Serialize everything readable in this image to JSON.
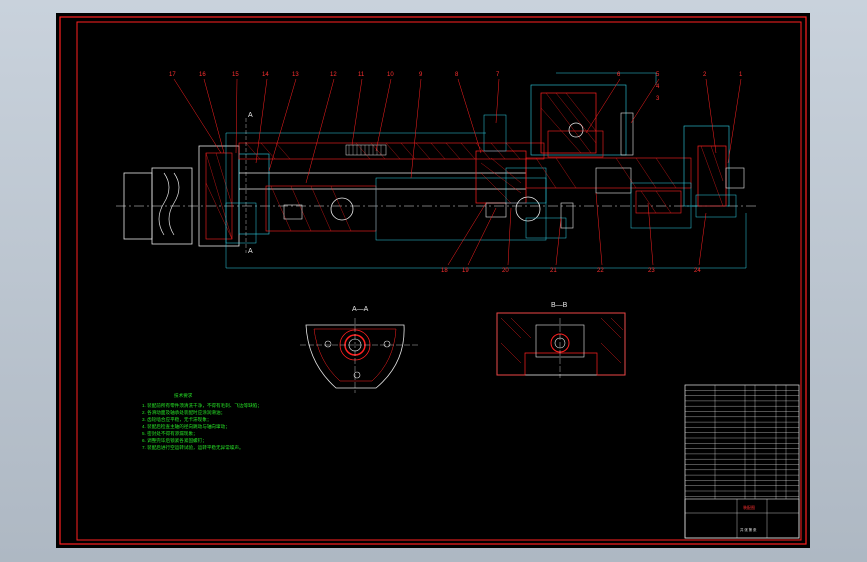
{
  "part_numbers": {
    "top": [
      "17",
      "16",
      "15",
      "14",
      "13",
      "12",
      "11",
      "10",
      "9",
      "8",
      "7",
      "6",
      "5",
      "4",
      "3",
      "2",
      "1"
    ],
    "bottom": [
      "18",
      "19",
      "20",
      "21",
      "22",
      "23",
      "24"
    ]
  },
  "sections": {
    "a_left": "A",
    "a_right": "A",
    "aa": "A—A",
    "bb": "B—B"
  },
  "notes": {
    "title": "技术要求",
    "lines": [
      "1. 装配前所有零件须清洗干净，不得有毛刺、飞边等缺陷；",
      "2. 各滑动面及轴承处装配时应涂润滑油；",
      "3. 齿轮啮合应平稳，无卡滞现象；",
      "4. 装配后检查主轴的径向跳动与轴向窜动；",
      "5. 密封处不得有渗漏现象；",
      "6. 调整完毕后锁紧各紧固螺钉；",
      "7. 装配后进行空运转试验，运转平稳无异常噪声。"
    ]
  },
  "title_block": {
    "drawing_name": "装配图",
    "sheet": "共 张 第 张"
  }
}
